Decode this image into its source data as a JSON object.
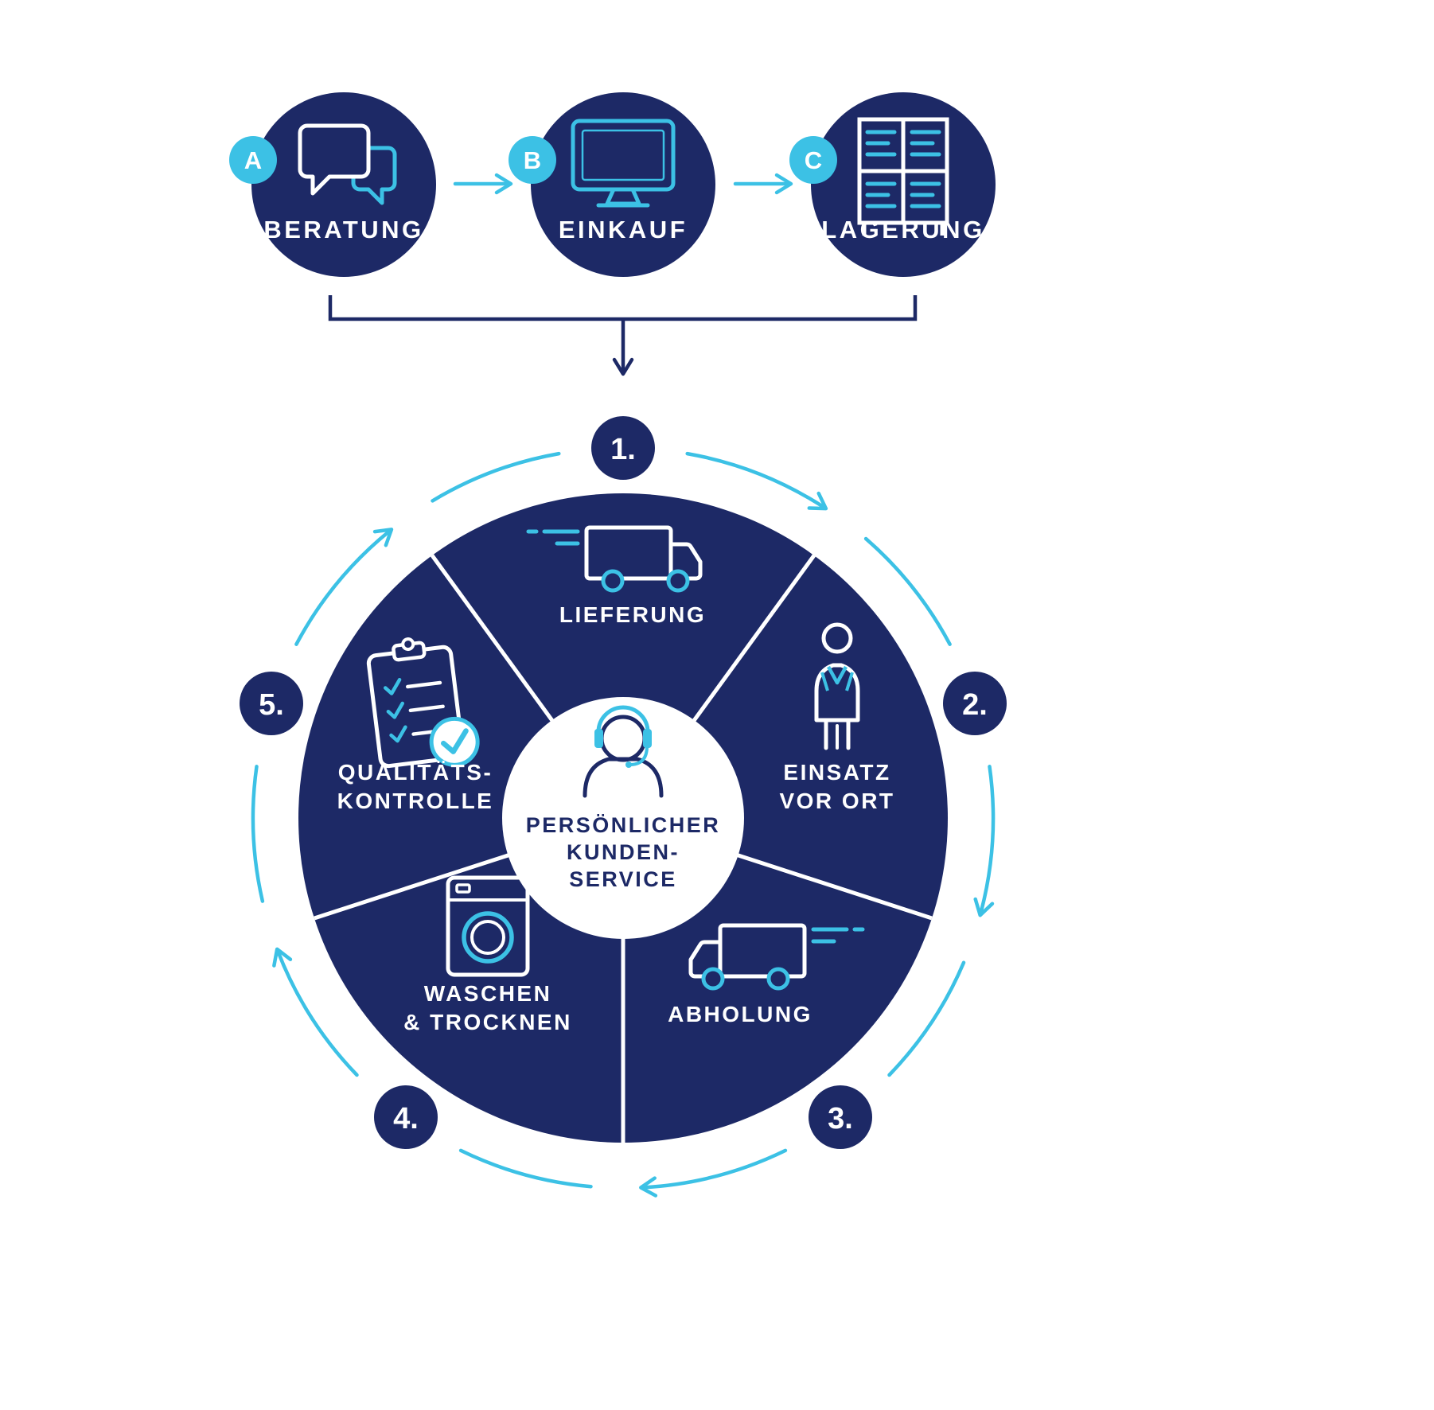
{
  "colors": {
    "navy": "#1d2966",
    "cyan": "#3cc1e5",
    "white": "#ffffff"
  },
  "top_flow": {
    "steps": [
      {
        "badge": "A",
        "label": "BERATUNG",
        "icon": "chat-bubbles-icon"
      },
      {
        "badge": "B",
        "label": "EINKAUF",
        "icon": "desktop-monitor-icon"
      },
      {
        "badge": "C",
        "label": "LAGERUNG",
        "icon": "storage-shelf-icon"
      }
    ]
  },
  "cycle": {
    "center": {
      "icon": "support-agent-headset-icon",
      "label_lines": [
        "PERSÖNLICHER",
        "KUNDEN-",
        "SERVICE"
      ]
    },
    "steps": [
      {
        "number": "1.",
        "label_lines": [
          "LIEFERUNG"
        ],
        "icon": "delivery-truck-right-icon"
      },
      {
        "number": "2.",
        "label_lines": [
          "EINSATZ",
          "VOR ORT"
        ],
        "icon": "person-suit-icon"
      },
      {
        "number": "3.",
        "label_lines": [
          "ABHOLUNG"
        ],
        "icon": "pickup-truck-left-icon"
      },
      {
        "number": "4.",
        "label_lines": [
          "WASCHEN",
          "& TROCKNEN"
        ],
        "icon": "washing-machine-icon"
      },
      {
        "number": "5.",
        "label_lines": [
          "QUALITÄTS-",
          "KONTROLLE"
        ],
        "icon": "clipboard-check-icon"
      }
    ]
  }
}
